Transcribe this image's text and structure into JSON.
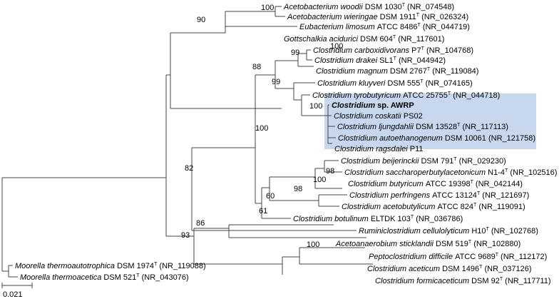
{
  "tree": {
    "highlight_color": "#c7d7ee",
    "line_color": "#444444",
    "leaves": [
      {
        "genus": "Acetobacterium woodii",
        "strain": "DSM 1030",
        "type": true,
        "acc": "(NR_074548)"
      },
      {
        "genus": "Acetobacterium wieringae",
        "strain": "DSM 1911",
        "type": true,
        "acc": "(NR_026324)"
      },
      {
        "genus": "Eubacterium limosum",
        "strain": "ATCC 8486",
        "type": true,
        "acc": "(NR_044719)"
      },
      {
        "genus": "Gottschalkia acidurici",
        "strain": "DSM 604",
        "type": true,
        "acc": "(NR_117601)"
      },
      {
        "genus": "Clostridium carboxidivorans",
        "strain": "P7",
        "type": true,
        "acc": "(NR_104768)"
      },
      {
        "genus": "Clostridium drakei",
        "strain": "SL1",
        "type": true,
        "acc": "(NR_044942)"
      },
      {
        "genus": "Clostridium magnum",
        "strain": "DSM 2767",
        "type": true,
        "acc": "(NR_119084)"
      },
      {
        "genus": "Clostridium kluyveri",
        "strain": "DSM 555",
        "type": true,
        "acc": "(NR_074165)"
      },
      {
        "genus": "Clostridium tyrobutyricum",
        "strain": "ATCC 25755",
        "type": true,
        "acc": "(NR_044718)"
      },
      {
        "genus": "Clostridium",
        "strain": "sp. AWRP",
        "type": false,
        "acc": "",
        "bold": true
      },
      {
        "genus": "Clostridium coskatii",
        "strain": "PS02",
        "type": false,
        "acc": ""
      },
      {
        "genus": "Clostridium ljungdahlii",
        "strain": "DSM 13528",
        "type": true,
        "acc": "(NR_117113)"
      },
      {
        "genus": "Clostridium autoethanogenum",
        "strain": "DSM 10061",
        "type": false,
        "acc": "(NR_121758)"
      },
      {
        "genus": "Clostridium ragsdalei",
        "strain": "P11",
        "type": false,
        "acc": ""
      },
      {
        "genus": "Clostridium beijerinckii",
        "strain": "DSM 791",
        "type": true,
        "acc": "(NR_029230)"
      },
      {
        "genus": "Clostridium saccharoperbutylacetonicum",
        "strain": "N1-4",
        "type": true,
        "acc": "(NR_102516)"
      },
      {
        "genus": "Clostridium butyricum",
        "strain": "ATCC 19398",
        "type": true,
        "acc": "(NR_042144)"
      },
      {
        "genus": "Clostridium perfringens",
        "strain": "ATCC 13124",
        "type": true,
        "acc": "(NR_121697)"
      },
      {
        "genus": "Clostridium acetobutylicum",
        "strain": "ATCC 824",
        "type": true,
        "acc": "(NR_119091)"
      },
      {
        "genus": "Clostridium botulinum",
        "strain": "ELTDK 103",
        "type": true,
        "acc": "(NR_036786)"
      },
      {
        "genus": "Ruminiclostridium cellulolyticum",
        "strain": "H10",
        "type": true,
        "acc": "(NR_102768)"
      },
      {
        "genus": "Acetoanaerobium sticklandii",
        "strain": "DSM 519",
        "type": true,
        "acc": "(NR_102880)"
      },
      {
        "genus": "Peptoclostridium difficile",
        "strain": "ATCC 9689",
        "type": true,
        "acc": "(NR_112172)"
      },
      {
        "genus": "Clostridium aceticum",
        "strain": "DSM 1496",
        "type": true,
        "acc": "(NR_037126)"
      },
      {
        "genus": "Clostridium formicaceticum",
        "strain": "DSM 92",
        "type": true,
        "acc": "(NR_117711)"
      },
      {
        "genus": "Moorella thermoautotrophica",
        "strain": "DSM 1974",
        "type": true,
        "acc": "(NR_119088)"
      },
      {
        "genus": "Moorella thermoacetica",
        "strain": "DSM 521",
        "type": true,
        "acc": "(NR_043076)"
      }
    ],
    "bootstraps": [
      "100",
      "90",
      "100",
      "99",
      "88",
      "99",
      "100",
      "100",
      "98",
      "100",
      "98",
      "60",
      "61",
      "82",
      "86",
      "100",
      "93"
    ],
    "type_mark": "T",
    "scale_label": "0.021"
  }
}
